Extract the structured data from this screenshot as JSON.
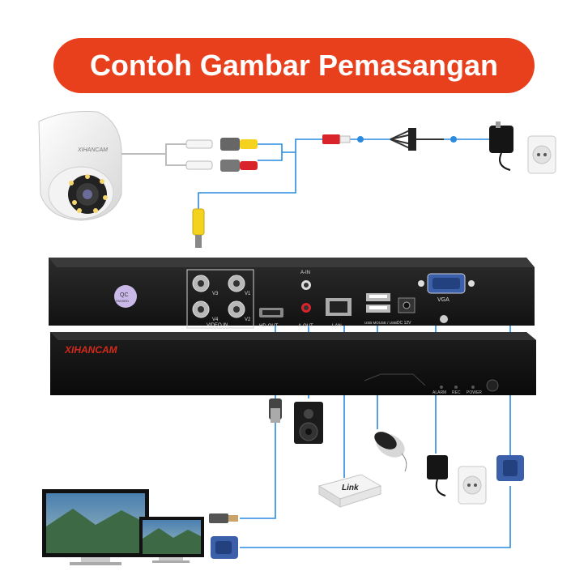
{
  "banner": {
    "title": "Contoh Gambar Pemasangan",
    "color": "#e8401c"
  },
  "camera": {
    "brand": "XIHANCAM"
  },
  "dvr": {
    "brand": "XIHANCAM",
    "qc_top": "QC",
    "qc_bottom": "PASSED",
    "ports": {
      "v1": "V1",
      "v2": "V2",
      "v3": "V3",
      "v4": "V4",
      "video_in": "VIDEO IN",
      "a_in": "A-IN",
      "hd_out": "HD-OUT",
      "a_out": "A-OUT",
      "lan": "LAN",
      "usb": "USB MOUSE / USB",
      "dc": "DC 12V",
      "vga": "VGA"
    },
    "front": {
      "alarm": "ALARM",
      "rec": "REC",
      "power": "POWER"
    }
  },
  "router": {
    "label": "Link"
  },
  "colors": {
    "cable": "#2a8be0",
    "chassis": "#1a1a1a",
    "front_red": "#d52a1a"
  }
}
